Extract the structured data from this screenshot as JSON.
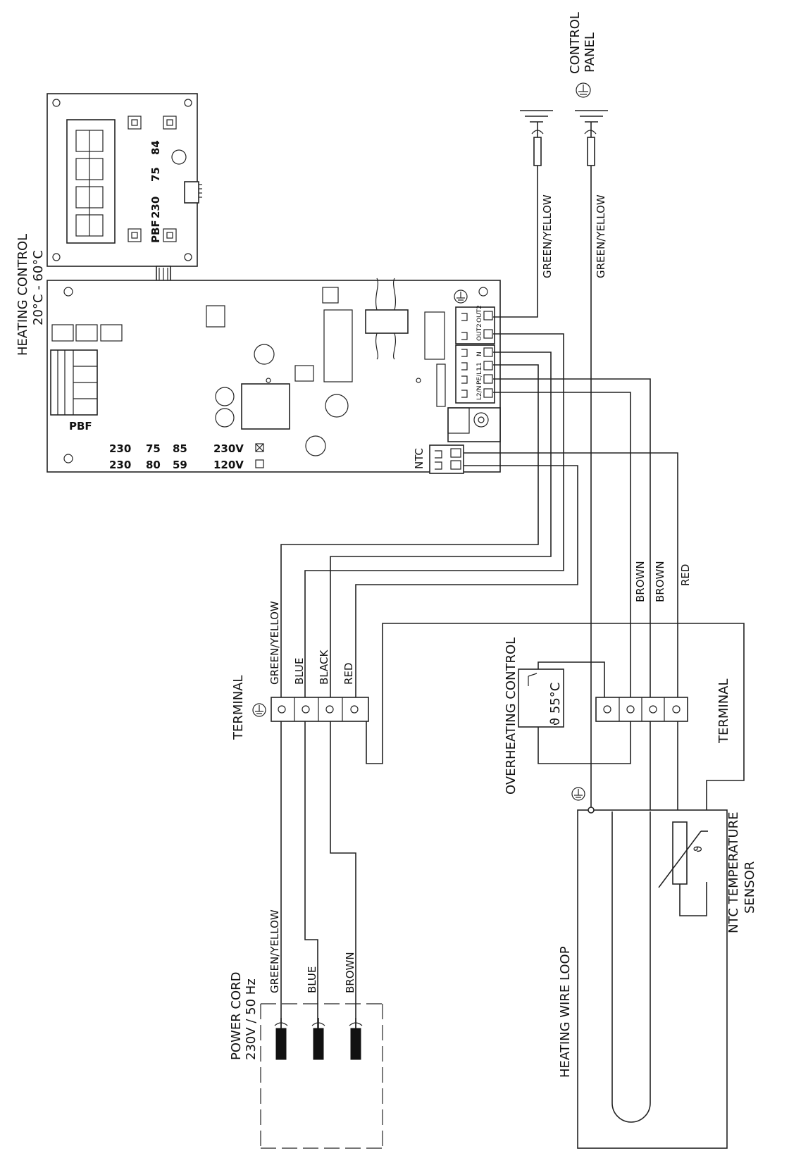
{
  "heating_control": {
    "title": "HEATING CONTROL",
    "range": "20°C - 60°C"
  },
  "control_panel": {
    "line1": "CONTROL",
    "line2": "PANEL",
    "wire_left": "GREEN/YELLOW",
    "wire_right": "GREEN/YELLOW"
  },
  "display_board": {
    "pbf": "PBF",
    "codes": [
      "230",
      "75",
      "84"
    ]
  },
  "main_board": {
    "pbf": "PBF",
    "row1": [
      "230",
      "75",
      "85"
    ],
    "row2": [
      "230",
      "80",
      "59"
    ],
    "v230": "230V",
    "v120": "120V",
    "ntc": "NTC",
    "terminal_tags": [
      "OUT2",
      "OUT2",
      "N",
      "L1",
      "PE/L1",
      "L2/N"
    ]
  },
  "terminal_left": {
    "title": "TERMINAL",
    "wires": [
      "GREEN/YELLOW",
      "BLUE",
      "BLACK",
      "RED"
    ]
  },
  "terminal_right": {
    "title": "TERMINAL",
    "wires": [
      "BROWN",
      "BROWN",
      "RED"
    ]
  },
  "overheating": {
    "title": "OVERHEATING CONTROL",
    "value": "ϑ 55°C"
  },
  "power_cord": {
    "line1": "POWER CORD",
    "line2": "230V / 50 Hz",
    "wires": [
      "GREEN/YELLOW",
      "BLUE",
      "BROWN"
    ]
  },
  "heating_loop": {
    "label": "HEATING WIRE LOOP"
  },
  "ntc_sensor": {
    "line1": "NTC TEMPERATURE",
    "line2": "SENSOR",
    "symbol": "ϑ"
  }
}
